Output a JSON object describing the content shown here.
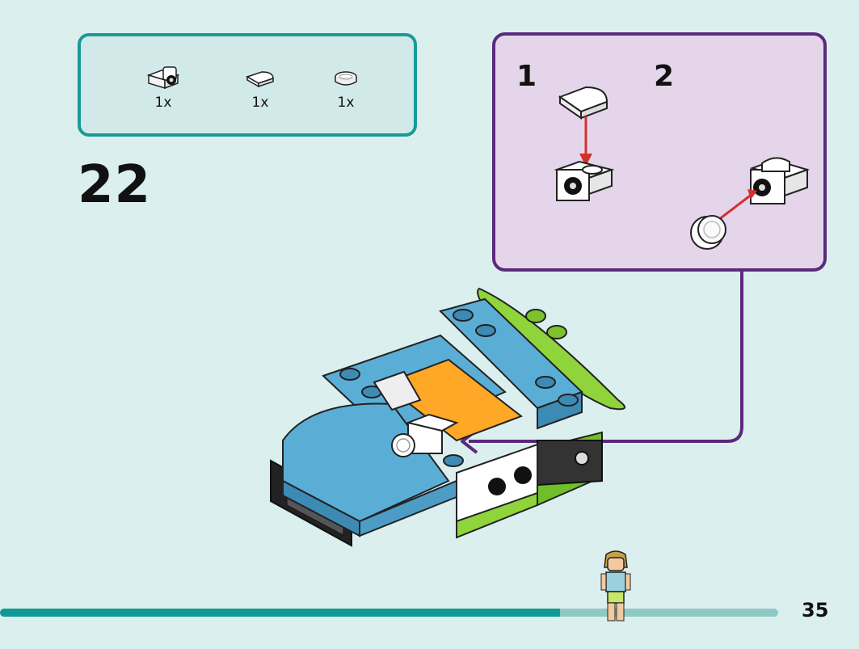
{
  "parts": [
    {
      "name": "bracket-with-round-hole",
      "quantity": "1x"
    },
    {
      "name": "round-tile",
      "quantity": "1x"
    },
    {
      "name": "round-plate",
      "quantity": "1x"
    }
  ],
  "step": {
    "number": "22"
  },
  "substeps": [
    {
      "label": "1"
    },
    {
      "label": "2"
    }
  ],
  "page": {
    "number": "35"
  },
  "progress": {
    "fraction": 0.72
  },
  "colors": {
    "teal": "#1a9a96",
    "purple": "#5a2a7c",
    "blue": "#5aaed6",
    "lime": "#8fd43a",
    "orange": "#ffa726",
    "arrow_red": "#d32f2f"
  },
  "icons": [
    "bracket-piece-icon",
    "round-tile-icon",
    "round-plate-icon",
    "minifigure-icon"
  ]
}
